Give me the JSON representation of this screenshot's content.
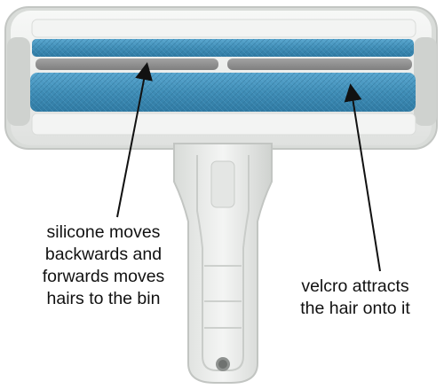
{
  "annotations": {
    "silicone": {
      "lines": [
        "silicone moves",
        "backwards and",
        "forwards moves",
        "hairs to the bin"
      ]
    },
    "velcro": {
      "lines": [
        "velcro attracts",
        "the hair onto it"
      ]
    }
  },
  "colors": {
    "body_plastic": "#e9ebe9",
    "roller_blue": "#3f8db6",
    "silicone_grey": "#8c8c8c",
    "text": "#111111"
  },
  "icons": [
    "arrow-icon"
  ]
}
